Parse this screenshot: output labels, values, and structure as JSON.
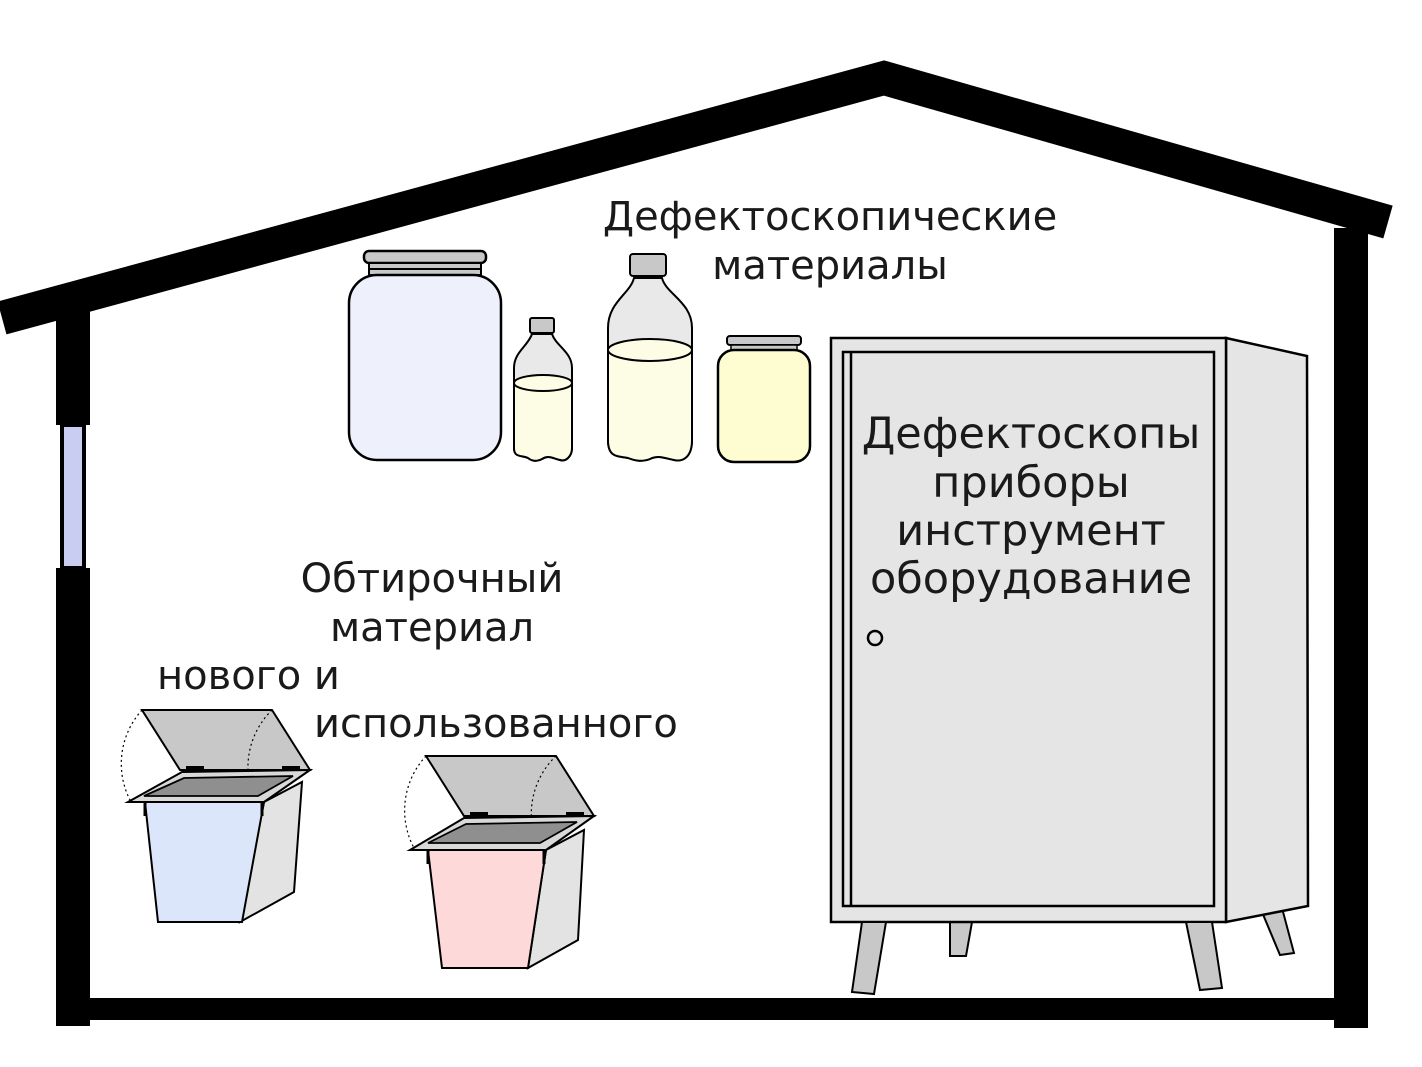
{
  "labels": {
    "defecto_materials": [
      "Дефектоскопические",
      "материалы"
    ],
    "cabinet": [
      "Дефектоскопы",
      "приборы",
      "инструмент",
      "оборудование"
    ],
    "wipe_material": [
      "Обтирочный",
      "материал"
    ],
    "new_and_used": [
      "нового и",
      "использованного"
    ]
  },
  "colors": {
    "wall": "#000000",
    "window_glass": "#c9cdf2",
    "jar_large": "#eef1fc",
    "liquid": "#fdfde6",
    "jar_small": "#fefdd2",
    "cap": "#c8c8c8",
    "cabinet": "#e5e5e5",
    "bin_blue": "#dce6fb",
    "bin_pink": "#fdd9da",
    "bin_side": "#e3e3e3"
  }
}
